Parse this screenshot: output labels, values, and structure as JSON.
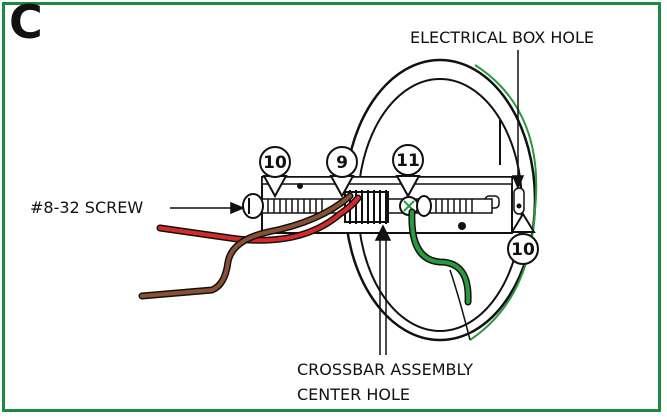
{
  "panel_letter": "C",
  "labels": {
    "electrical_box_hole": "ELECTRICAL BOX HOLE",
    "screw": "#8-32 SCREW",
    "crossbar_line1": "CROSSBAR ASSEMBLY",
    "crossbar_line2": "CENTER HOLE"
  },
  "callouts": {
    "left_screw": "10",
    "center_hole": "9",
    "ground_screw": "11",
    "right_screw": "10"
  },
  "colors": {
    "border": "#1a8a3c",
    "red_wire": "#d42a2a",
    "brown_wire": "#8a5035",
    "green_wire": "#2b9a3d",
    "outline": "#111111"
  }
}
